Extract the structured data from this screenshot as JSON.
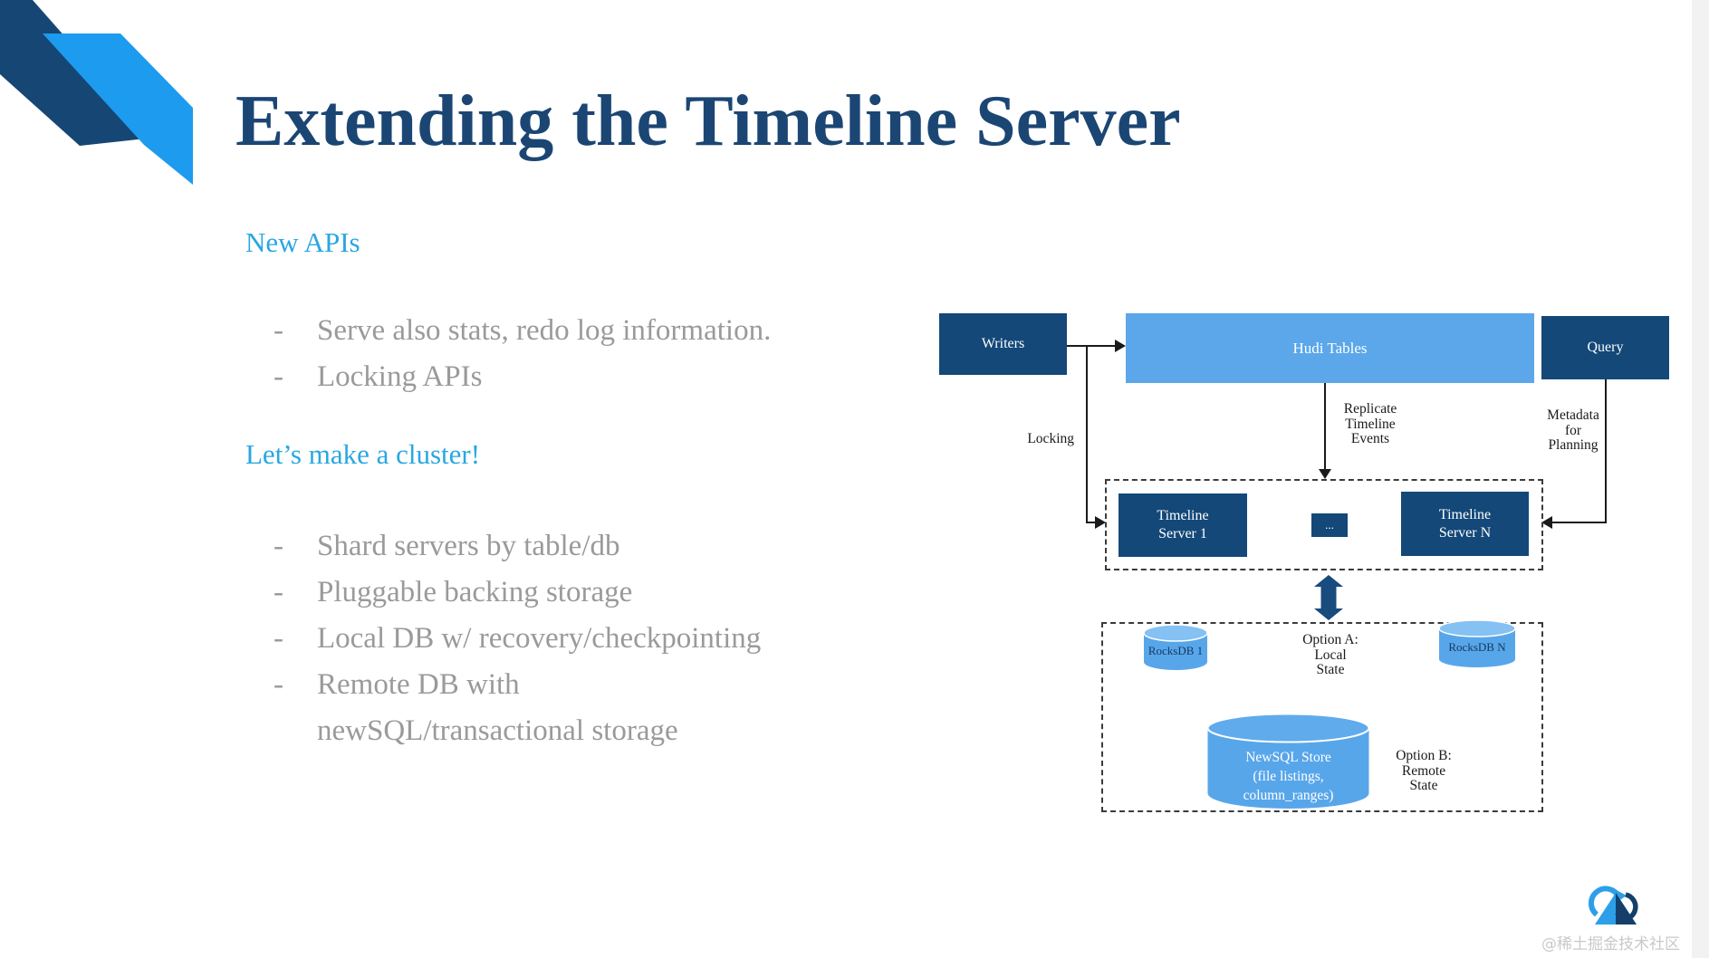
{
  "slide": {
    "title": "Extending the Timeline Server",
    "section1": {
      "heading": "New APIs",
      "rows": [
        {
          "dash": "-",
          "text": "Serve also stats, redo log information."
        },
        {
          "dash": "-",
          "text": "Locking APIs"
        }
      ]
    },
    "section2": {
      "heading": "Let’s make a cluster!",
      "rows": [
        {
          "dash": "-",
          "text": "Shard servers by table/db"
        },
        {
          "dash": "-",
          "text": "Pluggable backing storage"
        },
        {
          "dash": "-",
          "text": "Local DB w/ recovery/checkpointing"
        },
        {
          "dash": "-",
          "text": "Remote DB with"
        },
        {
          "dash": "",
          "text": "newSQL/transactional storage"
        }
      ]
    }
  },
  "diagram": {
    "writers": "Writers",
    "hudi_tables": "Hudi Tables",
    "query": "Query",
    "locking": "Locking",
    "replicate": "Replicate\nTimeline\nEvents",
    "metadata": "Metadata\nfor\nPlanning",
    "timeline_server_1": "Timeline\nServer 1",
    "dots": "...",
    "timeline_server_n": "Timeline\nServer N",
    "rocksdb_1": "RocksDB 1",
    "option_a": "Option A: Local\nState",
    "rocksdb_n": "RocksDB N",
    "newsql": "NewSQL Store\n(file listings, column_ranges)",
    "option_b": "Option B: Remote\nState"
  },
  "footer": {
    "watermark": "@稀土掘金技术社区"
  },
  "colors": {
    "navy_box": "#134878",
    "title_navy": "#1B4674",
    "azure": "#29A7E1",
    "light_blue": "#5BA7EA",
    "gray_text": "#9A9A9A",
    "ribbon_dark": "#164674",
    "ribbon_light": "#1D9BEF"
  }
}
